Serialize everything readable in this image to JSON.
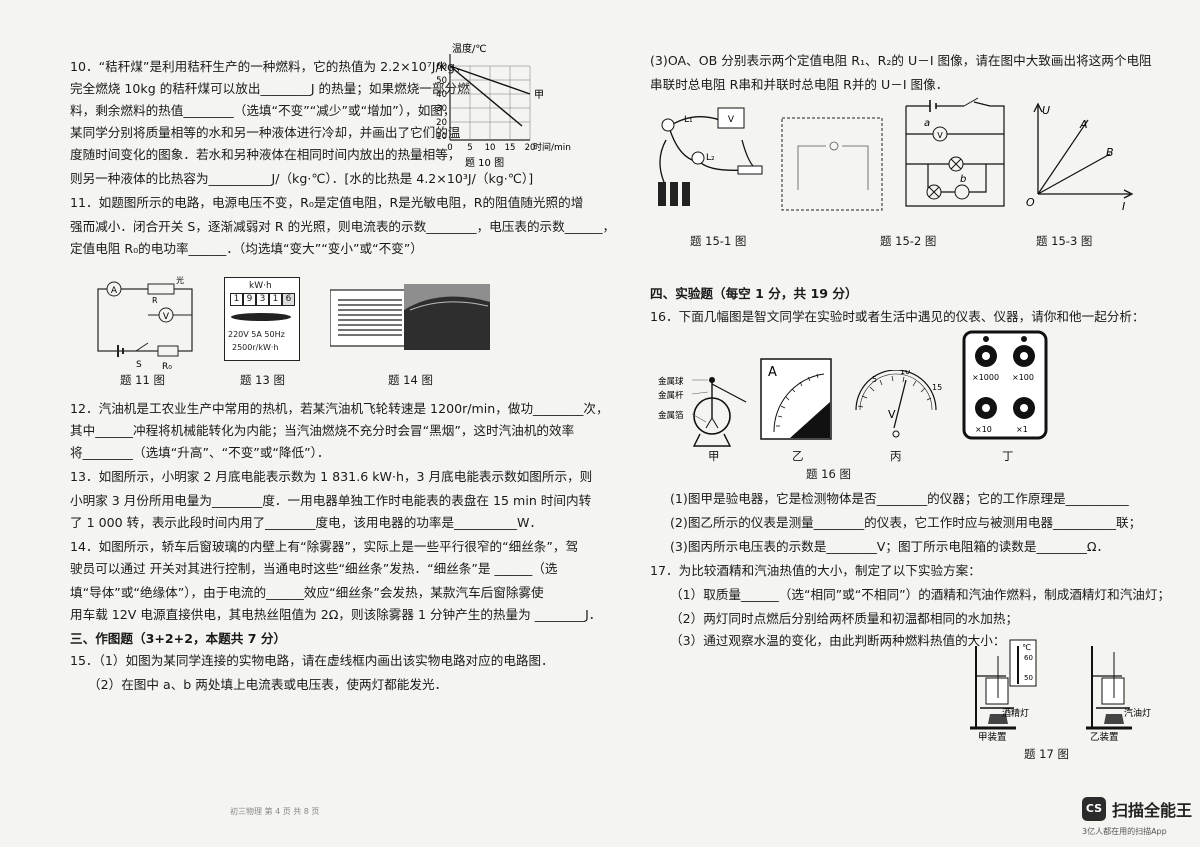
{
  "left": {
    "q10": [
      "10．“秸秆煤”是利用秸秆生产的一种燃料，它的热值为 2.2×10⁷J/kg，",
      "完全燃烧 10kg 的秸秆煤可以放出________J 的热量；如果燃烧一部分燃",
      "料，剩余燃料的热值________（选填“不变”“减少”或“增加”），如图，",
      "某同学分别将质量相等的水和另一种液体进行冷却，并画出了它们的温",
      "度随时间变化的图象．若水和另种液体在相同时间内放出的热量相等，",
      "则另一种液体的比热容为__________J/（kg·℃）．[水的比热是 4.2×10³J/（kg·℃）]"
    ],
    "fig10": {
      "ylabel": "温度/℃",
      "yticks": [
        "60",
        "50",
        "40",
        "30",
        "20",
        "10"
      ],
      "xticks": [
        "0",
        "5",
        "10",
        "15",
        "20"
      ],
      "xlabel": "时间/min",
      "line_a": "甲",
      "caption": "题 10 图"
    },
    "q11": [
      "11．如题图所示的电路，电源电压不变，R₀是定值电阻，R是光敏电阻，R的阻值随光照的增",
      "强而减小．闭合开关 S，逐渐减弱对 R 的光照，则电流表的示数________，电压表的示数______，",
      "定值电阻 R₀的电功率______．（均选填“变大”“变小”或“不变”）"
    ],
    "fig11": {
      "ammeter": "A",
      "voltmeter": "V",
      "light": "光",
      "r": "R",
      "s": "S",
      "r0": "R₀",
      "caption": "题 11 图"
    },
    "fig13": {
      "unit": "kW·h",
      "digits": [
        "1",
        "9",
        "3",
        "1",
        "6"
      ],
      "spec": "220V  5A  50Hz",
      "rate": "2500r/kW·h",
      "caption": "题 13 图"
    },
    "fig14": {
      "caption": "题 14 图"
    },
    "q12": [
      "12．汽油机是工农业生产中常用的热机，若某汽油机飞轮转速是 1200r/min，做功________次，",
      "其中______冲程将机械能转化为内能；当汽油燃烧不充分时会冒“黑烟”，这时汽油机的效率",
      "将________（选填“升高”、“不变”或“降低”）．"
    ],
    "q13": [
      "13．如图所示，小明家 2 月底电能表示数为 1 831.6 kW·h，3 月底电能表示数如图所示，则",
      "小明家 3 月份所用电量为________度．一用电器单独工作时电能表的表盘在 15 min 时间内转",
      "了 1 000 转，表示此段时间内用了________度电，该用电器的功率是__________W．"
    ],
    "q14": [
      "14．如图所示，轿车后窗玻璃的内壁上有“除雾器”，实际上是一些平行很窄的“细丝条”，驾",
      "驶员可以通过 开关对其进行控制，当通电时这些“细丝条”发热．“细丝条”是 ______（选",
      "填“导体”或“绝缘体”），由于电流的______效应“细丝条”会发热，某款汽车后窗除雾使",
      "用车载 12V 电源直接供电，其电热丝阻值为 2Ω，则该除雾器 1 分钟产生的热量为 ________J．"
    ],
    "sec3": "三、作图题（3+2+2，本题共 7 分）",
    "q15": [
      "15．（1）如图为某同学连接的实物电路，请在虚线框内画出该实物电路对应的电路图．",
      "（2）在图中 a、b 两处填上电流表或电压表，使两灯都能发光．"
    ],
    "footer": "初三物理 第 4 页 共 8 页"
  },
  "right": {
    "q15_3": [
      "(3)OA、OB 分别表示两个定值电阻 R₁、R₂的 U－I 图像，请在图中大致画出将这两个电阻",
      "串联时总电阻 R串和并联时总电阻 R并的 U－I 图像．"
    ],
    "fig15": {
      "l1": "L₁",
      "l2": "L₂",
      "a": "a",
      "b": "b",
      "v": "V",
      "u": "U",
      "i": "I",
      "o": "O",
      "pa": "A",
      "pb": "B",
      "cap1": "题 15-1 图",
      "cap2": "题 15-2 图",
      "cap3": "题 15-3 图"
    },
    "sec4": "四、实验题（每空 1 分，共 19 分）",
    "q16": "16．下面几幅图是智文同学在实验时或者生活中遇见的仪表、仪器，请你和他一起分析：",
    "fig16": {
      "ball": "金属球",
      "rod": "金属杆",
      "foil": "金属箔",
      "a": "A",
      "v": "V",
      "vticks": [
        "5",
        "10",
        "15"
      ],
      "knobs": [
        "×1000",
        "×100",
        "×10",
        "×1"
      ],
      "labels": [
        "甲",
        "乙",
        "丙",
        "丁"
      ],
      "caption": "题 16 图"
    },
    "q16_parts": [
      "(1)图甲是验电器，它是检测物体是否________的仪器；它的工作原理是__________",
      "(2)图乙所示的仪表是测量________的仪表，它工作时应与被测用电器__________联；",
      "(3)图丙所示电压表的示数是________V；图丁所示电阻箱的读数是________Ω．"
    ],
    "q17": [
      "17．为比较酒精和汽油热值的大小，制定了以下实验方案：",
      "（1）取质量______（选“相同”或“不相同”）的酒精和汽油作燃料，制成酒精灯和汽油灯；",
      "（2）两灯同时点燃后分别给两杯质量和初温都相同的水加热；",
      "（3）通过观察水温的变化，由此判断两种燃料热值的大小："
    ],
    "fig17": {
      "unit": "℃",
      "t1": "60",
      "t2": "50",
      "lamp1": "酒精灯",
      "lamp2": "汽油灯",
      "dev1": "甲装置",
      "dev2": "乙装置",
      "caption": "题 17 图"
    }
  },
  "logo": {
    "badge": "CS",
    "name": "扫描全能王",
    "sub": "3亿人都在用的扫描App"
  }
}
